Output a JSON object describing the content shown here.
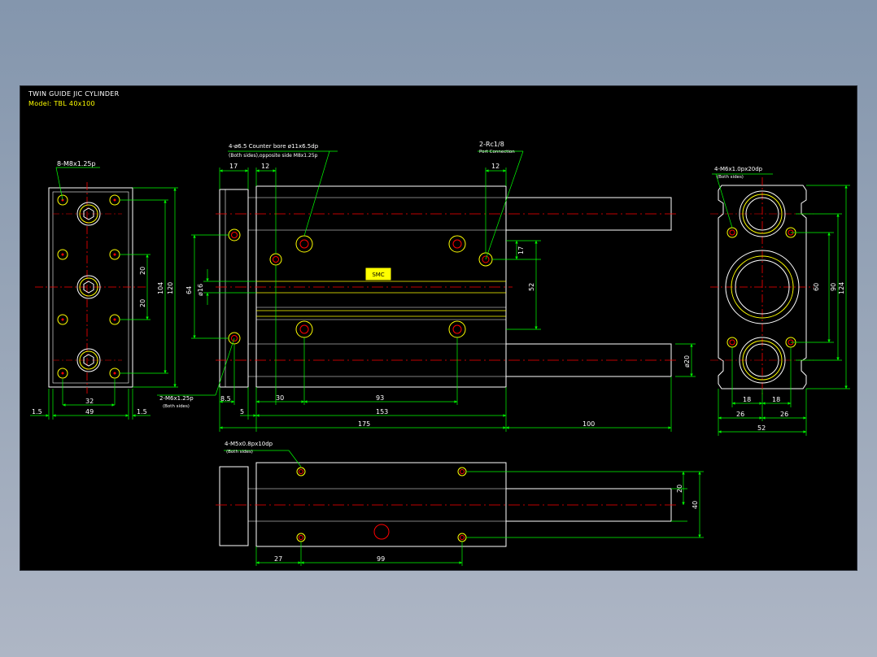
{
  "drawing": {
    "title": "TWIN GUIDE JIC CYLINDER",
    "model": "Model: TBL 40x100",
    "colors": {
      "background": "#000000",
      "outline": "#ffffff",
      "dimension": "#00ff00",
      "centerline": "#ff0000",
      "hole": "#ffff00",
      "hidden": "#ffff00"
    }
  },
  "callouts": {
    "front_holes": "8-M8x1.25p",
    "counterbore": "4-ø6.5  Counter bore ø11x6.5dp",
    "counterbore_sub": "(Both sides),opposite side M8x1.25p",
    "port": "2-Rc1/8",
    "port_sub": "Port Connection",
    "side_holes": "2-M6x1.25p",
    "side_holes_sub": "(Both sides)",
    "right_holes": "4-M6x1.0px20dp",
    "right_holes_sub": "(Both sides)",
    "bottom_holes": "4-M5x0.8px10dp",
    "bottom_holes_sub": "(Both sides)"
  },
  "dims": {
    "d1_5": "1.5",
    "d49": "49",
    "d32": "32",
    "d20a": "20",
    "d20b": "20",
    "d104": "104",
    "d120": "120",
    "d17": "17",
    "d12a": "12",
    "d12b": "12",
    "d64": "64",
    "d16": "ø16",
    "d8_5": "8.5",
    "d5": "5",
    "d30": "30",
    "d93": "93",
    "d153": "153",
    "d175": "175",
    "d100": "100",
    "d17b": "17",
    "d52": "52",
    "d20c": "ø20",
    "d18a": "18",
    "d18b": "18",
    "d26a": "26",
    "d26b": "26",
    "d52b": "52",
    "d60": "60",
    "d90": "90",
    "d124": "124",
    "d27": "27",
    "d99": "99",
    "d20d": "20",
    "d40": "40"
  },
  "label_plate": "SMC"
}
